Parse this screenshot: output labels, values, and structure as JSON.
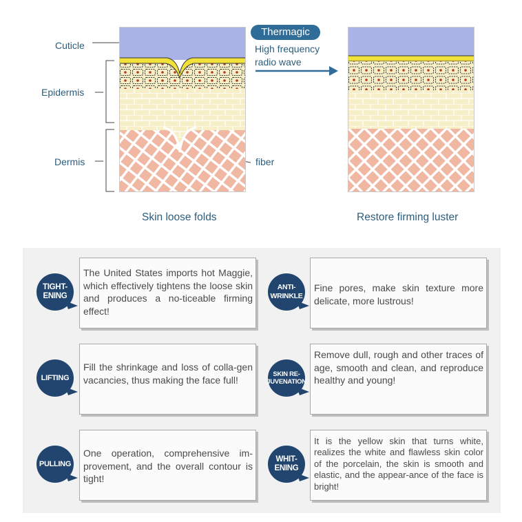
{
  "diagram": {
    "labels": {
      "cuticle": "Cuticle",
      "epidermis": "Epidermis",
      "dermis": "Dermis",
      "fiber": "fiber"
    },
    "therm": {
      "title": "Thermagic",
      "line1": "High frequency",
      "line2": "radio wave"
    },
    "captions": {
      "before": "Skin loose folds",
      "after": "Restore firming luster"
    },
    "colors": {
      "cuticle": "#a9b3e6",
      "yellow_layer": "#f3e13b",
      "epidermis": "#f6efc8",
      "dermis": "#f0b7a3",
      "accent": "#2f6c98"
    }
  },
  "features": [
    {
      "badge": "TIGHT-\nENING",
      "text": "The United States imports hot Maggie, which effectively tightens the loose skin and produces a no-ticeable firming effect!"
    },
    {
      "badge": "ANTI-\nWRINKLE",
      "text": "Fine pores, make skin texture more delicate, more lustrous!"
    },
    {
      "badge": "LIFTING",
      "text": "Fill the shrinkage and loss of colla-gen vacancies, thus making the face full!"
    },
    {
      "badge": "SKIN RE-\nJUVENATION",
      "text": "Remove dull, rough and other traces of age, smooth and clean, and reproduce healthy and young!"
    },
    {
      "badge": "PULLING",
      "text": "One operation, comprehensive im-provement, and the overall contour is tight!"
    },
    {
      "badge": "WHIT-\nENING",
      "text": "It is the yellow skin that turns white, realizes the white and flawless skin color of the porcelain, the skin is smooth and elastic, and the appear-ance of the face is bright!"
    }
  ],
  "badge_color": "#21456e"
}
